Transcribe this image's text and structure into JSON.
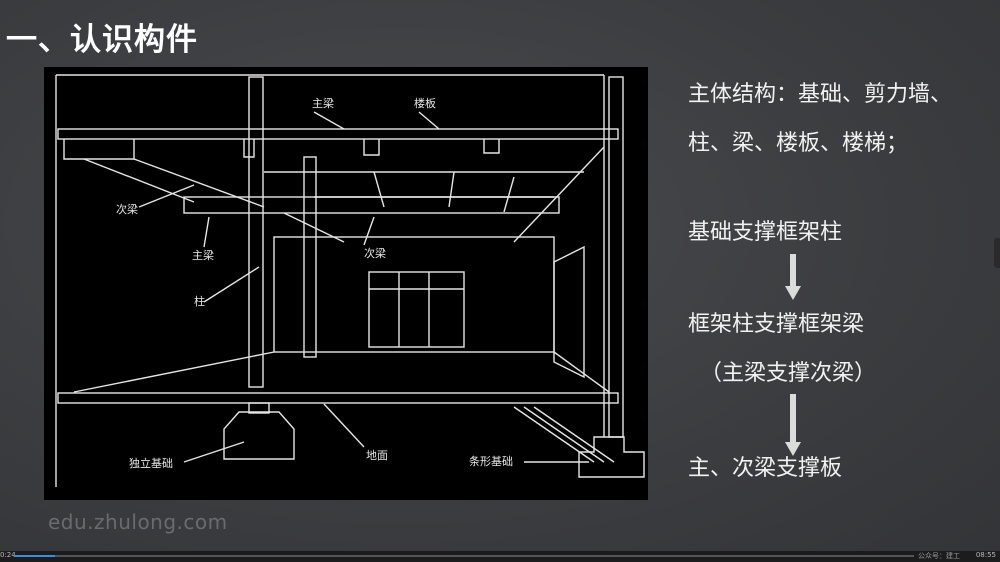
{
  "slide": {
    "title": "一、认识构件"
  },
  "drawing": {
    "labels": {
      "main_beam_top": "主梁",
      "slab": "楼板",
      "secondary_beam_left": "次梁",
      "main_beam_left": "主梁",
      "secondary_beam_mid": "次梁",
      "column": "柱",
      "isolated_footing": "独立基础",
      "ground": "地面",
      "strip_footing": "条形基础"
    }
  },
  "notes": {
    "line1": "主体结构：基础、剪力墙、",
    "line2": "柱、梁、楼板、楼梯；",
    "line3": "基础支撑框架柱",
    "line4": "框架柱支撑框架梁",
    "line5": "（主梁支撑次梁）",
    "line6": "主、次梁支撑板"
  },
  "watermark": "edu.zhulong.com",
  "player": {
    "time_current": "0:24",
    "time_total": "08:55",
    "public_account": "公众号：建工",
    "progress": 0.045
  }
}
